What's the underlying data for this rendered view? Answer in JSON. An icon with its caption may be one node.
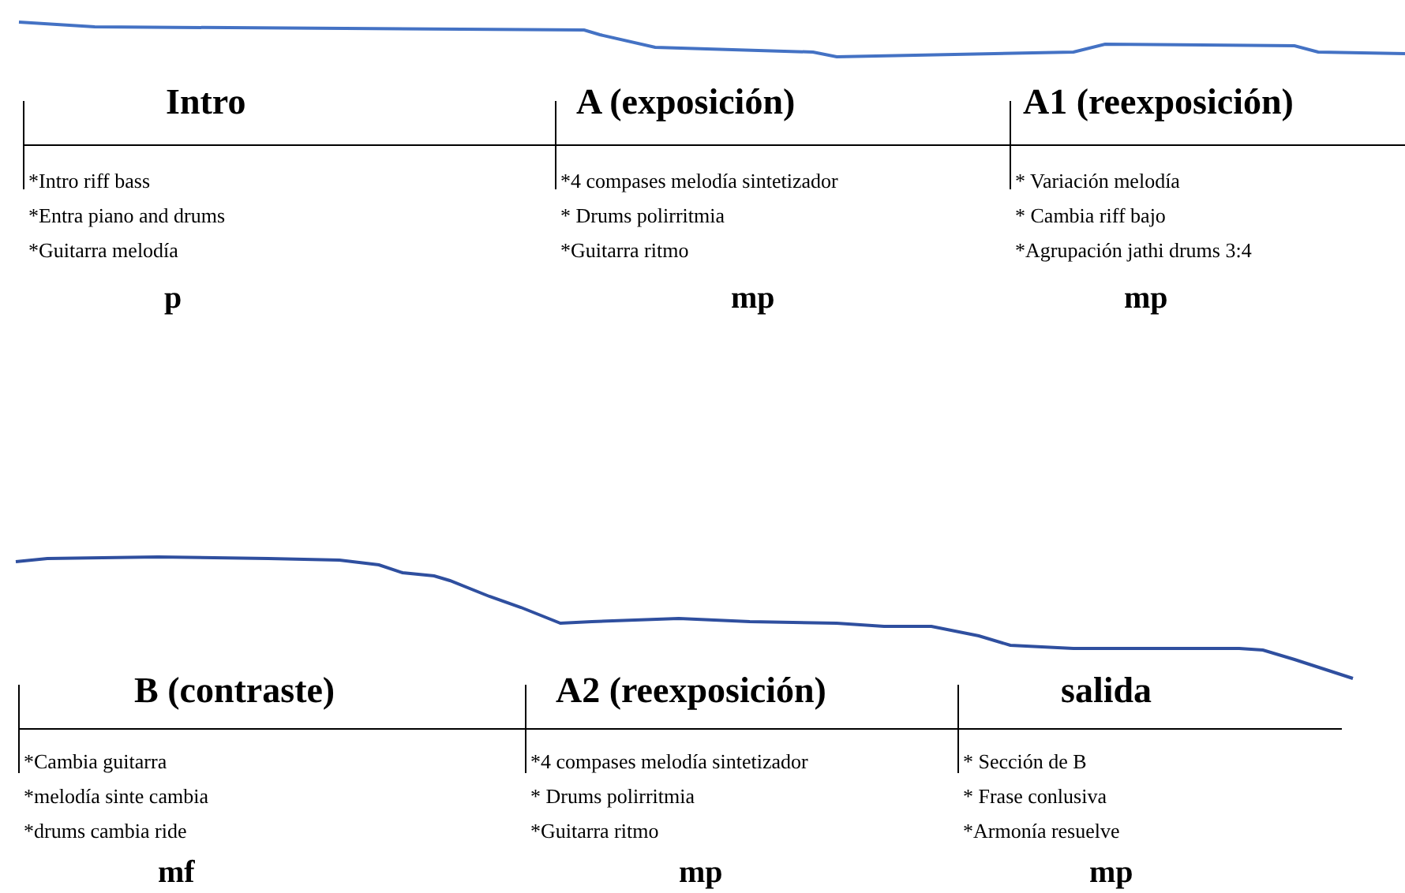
{
  "diagram": {
    "labels": [
      "Intro",
      "*Intro riff bass",
      "*Entra piano and drums",
      "*Guitarra melodía",
      "p",
      "A (exposición)",
      "*4 compases melodía sintetizador",
      "* Drums polirritmia",
      "*Guitarra ritmo",
      "mp",
      "A1 (reexposición)",
      "* Variación melodía",
      "* Cambia riff bajo",
      "*Agrupación jathi drums 3:4",
      "mp",
      "B (contraste)",
      "*Cambia guitarra",
      "*melodía sinte cambia",
      "*drums cambia ride",
      "mf",
      "A2 (reexposición)",
      "*4 compases melodía sintetizador",
      "* Drums polirritmia",
      "*Guitarra ritmo",
      "mp",
      "salida",
      "* Sección de B",
      "* Frase conlusiva",
      "*Armonía resuelve",
      "mp"
    ]
  }
}
